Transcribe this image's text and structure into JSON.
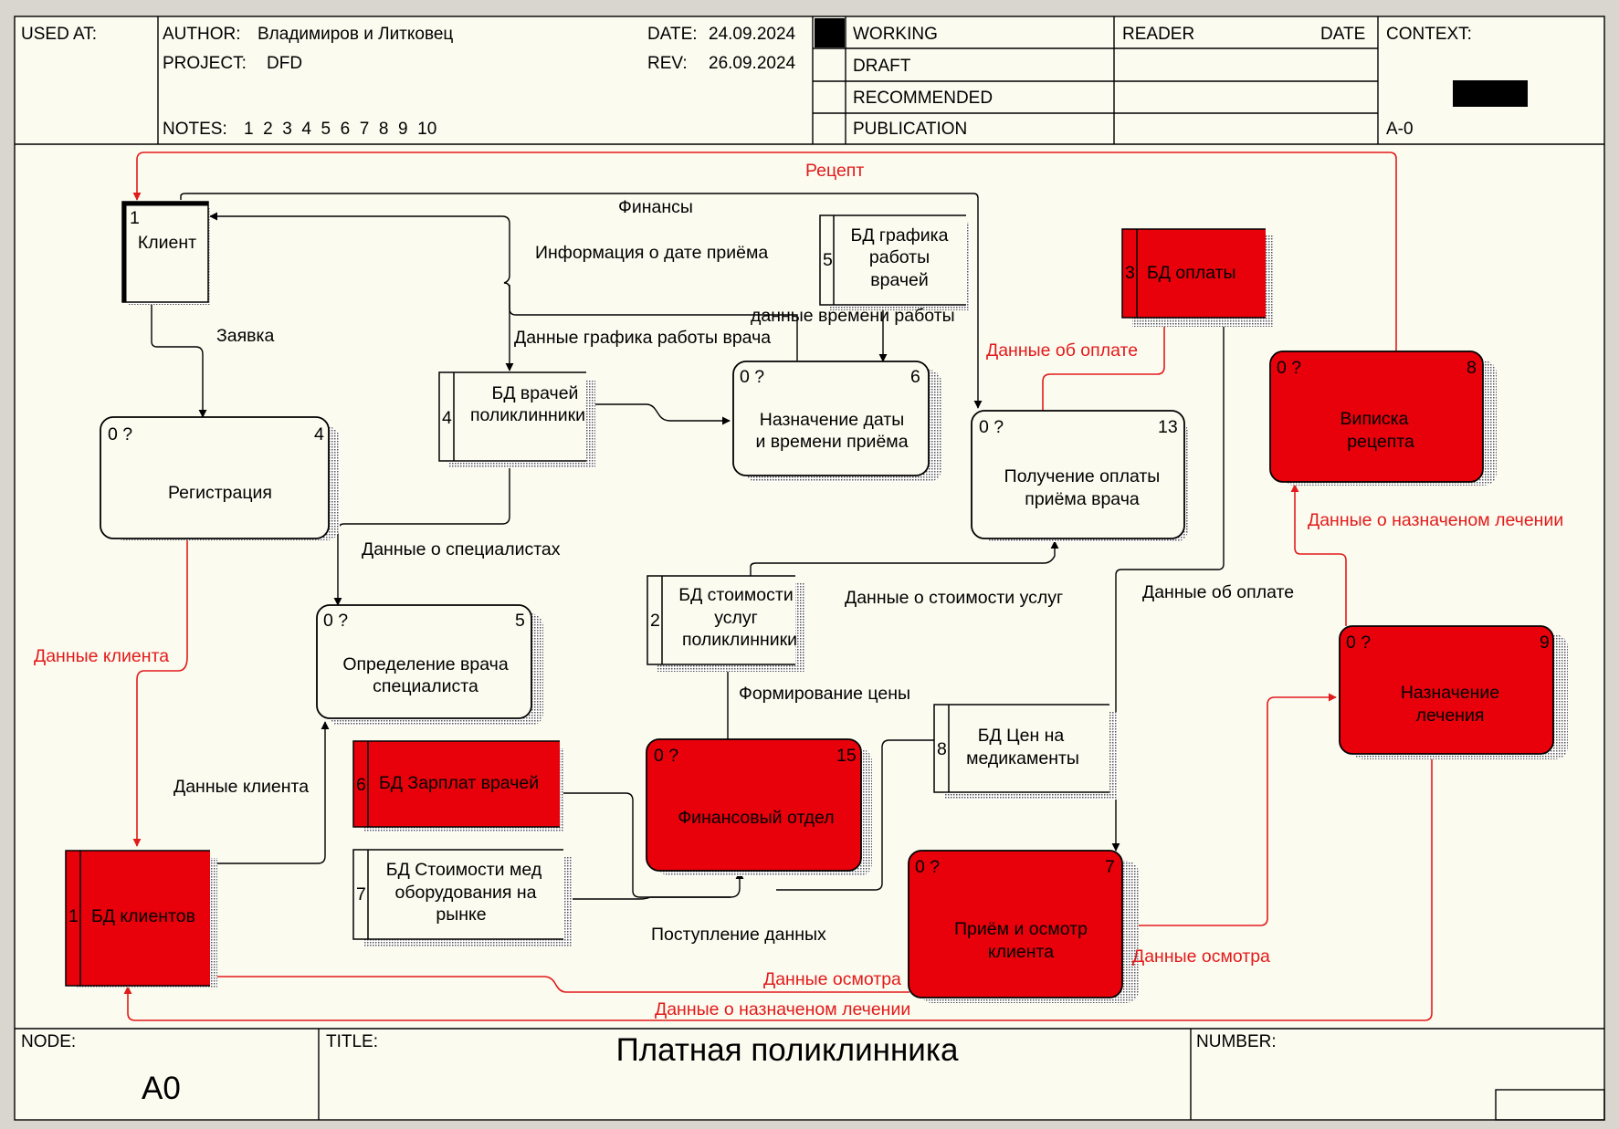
{
  "header": {
    "used_at": "USED AT:",
    "author_label": "AUTHOR:",
    "author": "Владимиров и Литковец",
    "project_label": "PROJECT:",
    "project": "DFD",
    "date_label": "DATE:",
    "date": "24.09.2024",
    "rev_label": "REV:",
    "rev": "26.09.2024",
    "notes_label": "NOTES:",
    "notes": "1  2  3  4  5  6  7  8  9  10",
    "status": [
      "WORKING",
      "DRAFT",
      "RECOMMENDED",
      "PUBLICATION"
    ],
    "reader": "READER",
    "reader_date": "DATE",
    "context": "CONTEXT:",
    "context_node": "A-0"
  },
  "footer": {
    "node_label": "NODE:",
    "node": "A0",
    "title_label": "TITLE:",
    "title": "Платная поликлинника",
    "number_label": "NUMBER:"
  },
  "entities": {
    "client": {
      "num": "1",
      "label": "Клиент"
    }
  },
  "processes": {
    "p4": {
      "tl": "0 ?",
      "num": "4",
      "lines": [
        "Регистрация"
      ]
    },
    "p5": {
      "tl": "0 ?",
      "num": "5",
      "lines": [
        "Определение врача",
        "специалиста"
      ]
    },
    "p6": {
      "tl": "0 ?",
      "num": "6",
      "lines": [
        "Назначение даты",
        "и времени приёма"
      ]
    },
    "p13": {
      "tl": "0 ?",
      "num": "13",
      "lines": [
        "Получение оплаты",
        "приёма врача"
      ]
    },
    "p8": {
      "tl": "0 ?",
      "num": "8",
      "lines": [
        "Виписка",
        "рецепта"
      ]
    },
    "p9": {
      "tl": "0 ?",
      "num": "9",
      "lines": [
        "Назначение",
        "лечения"
      ]
    },
    "p15": {
      "tl": "0 ?",
      "num": "15",
      "lines": [
        "Финансовый отдел"
      ]
    },
    "p7": {
      "tl": "0 ?",
      "num": "7",
      "lines": [
        "Приём и осмотр",
        "клиента"
      ]
    }
  },
  "stores": {
    "s5": {
      "num": "5",
      "lines": [
        "БД графика",
        "работы",
        "врачей"
      ]
    },
    "s3": {
      "num": "3",
      "lines": [
        "БД оплаты"
      ]
    },
    "s4": {
      "num": "4",
      "lines": [
        "БД врачей",
        "поликлинники"
      ]
    },
    "s2": {
      "num": "2",
      "lines": [
        "БД стоимости",
        "услуг",
        "поликлинники"
      ]
    },
    "s8": {
      "num": "8",
      "lines": [
        "БД Цен на",
        "медикаменты"
      ]
    },
    "s6": {
      "num": "6",
      "lines": [
        "БД Зарплат врачей"
      ]
    },
    "s7": {
      "num": "7",
      "lines": [
        "БД Стоимости мед",
        "оборудования на",
        "рынке"
      ]
    },
    "s1": {
      "num": "1",
      "lines": [
        "БД клиентов"
      ]
    }
  },
  "flows": {
    "recept": "Рецепт",
    "finansy": "Финансы",
    "info_date": "Информация о дате приёма",
    "zayavka": "Заявка",
    "schedule_doctor": "Данные графика работы врача",
    "work_time": "данные времени работы",
    "payment_data": "Данные об оплате",
    "specialists": "Данные о специалистах",
    "client_data_red": "Данные клиента",
    "service_cost": "Данные о стоимости услуг",
    "payment_data_2": "Данные об оплате",
    "treatment_data": "Данные о назначеном лечении",
    "price_forming": "Формирование цены",
    "client_data": "Данные клиента",
    "data_income": "Поступление данных",
    "exam_data_1": "Данные осмотра",
    "exam_data_2": "Данные осмотра",
    "treatment_data_2": "Данные о назначеном лечении"
  },
  "colors": {
    "background": "#fcfbf0",
    "accent_red": "#e11b1b",
    "store_fill_red": "#e8000b"
  }
}
